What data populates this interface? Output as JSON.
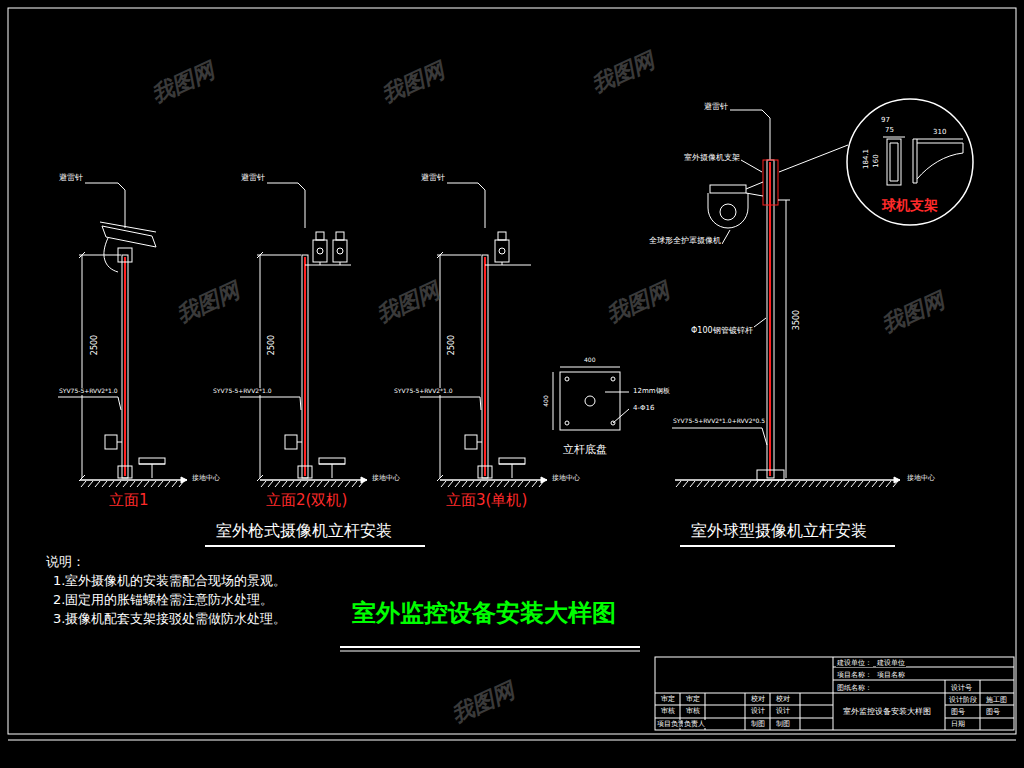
{
  "diagram": {
    "title": "室外监控设备安装大样图",
    "nodes": [
      {
        "text": [
          "97",
          "75",
          "184.1",
          "160",
          "310",
          "球机支架"
        ]
      }
    ],
    "labels": [
      "避雷针",
      "2500",
      "SYV75-5+RVV2*1.0",
      "接地中心",
      "立面1",
      "避雷针",
      "2500",
      "SYV75-5+RVV2*1.0",
      "接地中心",
      "立面2(双机)",
      "避雷针",
      "2500",
      "SYV75-5+RVV2*1.0",
      "接地中心",
      "立面3(单机)",
      "室外枪式摄像机立杆安装",
      "400",
      "400",
      "12mm钢板",
      "4-Φ16",
      "立杆底盘",
      "避雷针",
      "室外摄像机支架",
      "全球形全护罩摄像机",
      "Φ100钢管镀锌杆",
      "3500",
      "SYV75-5+RVV2*1.0+RVV2*0.5",
      "接地中心",
      "室外球型摄像机立杆安装",
      "说明：",
      "1.室外摄像机的安装需配合现场的景观。",
      "2.固定用的胀锚螺栓需注意防水处理。",
      "3.摄像机配套支架接驳处需做防水处理。",
      "建设单位：",
      "建设单位",
      "项目名称：",
      "项目名称",
      "图纸名称：",
      "室外监控设备安装大样图",
      "设计号",
      "设计阶段",
      "施工图",
      "图号",
      "图号",
      "日期",
      "审定",
      "审定",
      "校对",
      "校对",
      "审核",
      "审核",
      "设计",
      "设计",
      "项目负责",
      "负责人",
      "制图",
      "制图",
      "我图网",
      "我图网",
      "我图网",
      "我图网",
      "我图网",
      "我图网",
      "我图网",
      "我图网"
    ]
  }
}
